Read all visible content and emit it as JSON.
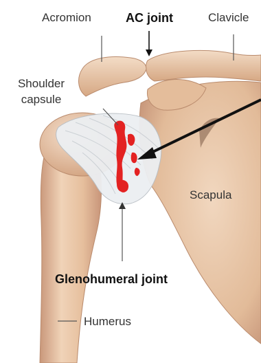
{
  "labels": {
    "acromion": "Acromion",
    "ac_joint": "AC joint",
    "clavicle": "Clavicle",
    "shoulder_capsule_line1": "Shoulder",
    "shoulder_capsule_line2": "capsule",
    "scapula": "Scapula",
    "glenohumeral_joint": "Glenohumeral joint",
    "humerus": "Humerus"
  },
  "colors": {
    "bone_light": "#f1d6bd",
    "bone_mid": "#ddb08c",
    "bone_dark": "#c08f6b",
    "capsule": "#e9ecef",
    "inflammation": "#e32222",
    "pointer": "#111111"
  }
}
